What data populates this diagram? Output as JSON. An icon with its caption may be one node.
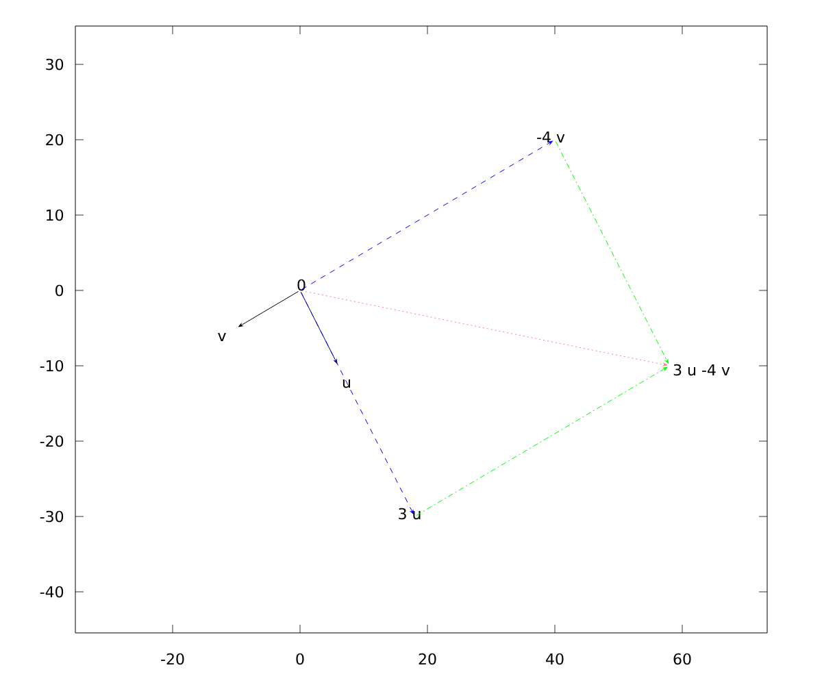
{
  "diagram": {
    "nodes": [
      {
        "text": [
          "0"
        ]
      },
      {
        "text": [
          "v"
        ]
      },
      {
        "text": [
          "u"
        ]
      },
      {
        "text": [
          "3 u"
        ]
      },
      {
        "text": [
          "-4 v"
        ]
      },
      {
        "text": [
          "3 u -4 v"
        ]
      }
    ],
    "edges": [
      {
        "from": 0,
        "to": 1,
        "arrow": "to",
        "color": "#000000"
      },
      {
        "from": 0,
        "to": 2,
        "arrow": "to",
        "color": "#000080"
      },
      {
        "from": 0,
        "to": 3,
        "arrow": "to",
        "style": "dashed",
        "color": "#0000ff"
      },
      {
        "from": 0,
        "to": 4,
        "arrow": "to",
        "style": "dashed",
        "color": "#0000ff"
      },
      {
        "from": 4,
        "to": 5,
        "arrow": "to",
        "style": "dashed",
        "color": "#00ff00"
      },
      {
        "from": 3,
        "to": 5,
        "arrow": "to",
        "style": "dashed",
        "color": "#00ff00"
      },
      {
        "from": 0,
        "to": 5,
        "arrow": "to",
        "style": "dashed",
        "color": "#ff8080"
      }
    ],
    "labels": [
      "30",
      "20",
      "10",
      "0",
      "-10",
      "-20",
      "-30",
      "-40",
      "-20",
      "0",
      "20",
      "40",
      "60"
    ]
  }
}
